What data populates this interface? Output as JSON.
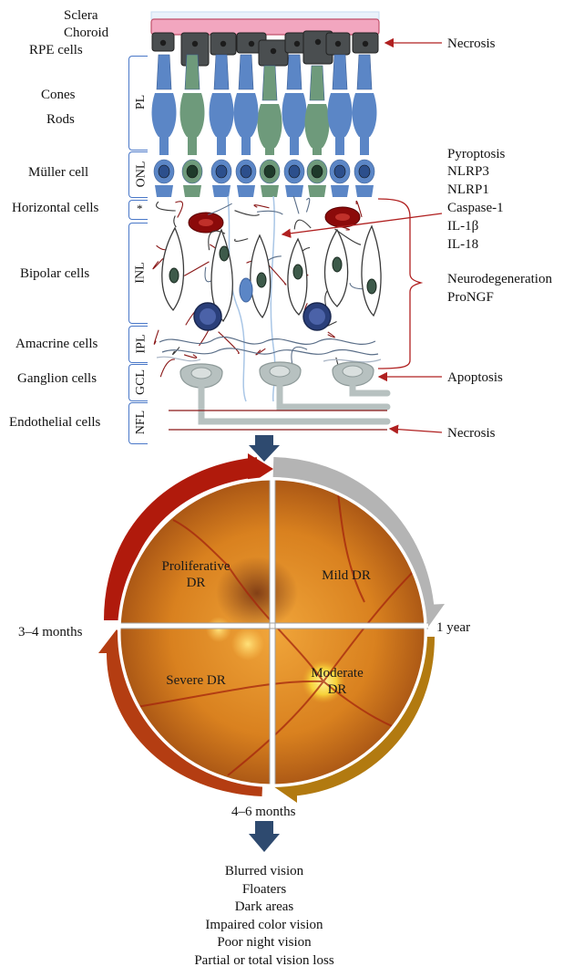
{
  "retina": {
    "cell_labels": [
      "Sclera",
      "Choroid",
      "RPE cells",
      "Cones",
      "Rods",
      "Müller cell",
      "Horizontal cells",
      "Bipolar cells",
      "Amacrine cells",
      "Ganglion cells",
      "Endothelial cells"
    ],
    "layers": [
      "PL",
      "ONL",
      "*",
      "INL",
      "IPL",
      "GCL",
      "NFL"
    ],
    "right_labels": {
      "necrosis_top": "Necrosis",
      "pyroptosis": [
        "Pyroptosis",
        "NLRP3",
        "NLRP1",
        "Caspase-1",
        "IL-1β",
        "IL-18"
      ],
      "neuro": [
        "Neurodegeneration",
        "ProNGF"
      ],
      "apoptosis": "Apoptosis",
      "necrosis_bottom": "Necrosis"
    },
    "colors": {
      "cone": "#5b86c6",
      "rod": "#6e9a7b",
      "rpe": "#4a4e50",
      "choroid": "#f2a6bf",
      "bracket": "#4a78c8",
      "arrow": "#b02020",
      "ganglion": "#b7c1c0"
    }
  },
  "cycle": {
    "stages": {
      "proliferative": [
        "Proliferative",
        "DR"
      ],
      "mild": "Mild DR",
      "severe": "Severe DR",
      "moderate": [
        "Moderate",
        "DR"
      ]
    },
    "times": {
      "left": "3–4 months",
      "right": "1 year",
      "bottom": "4–6 months"
    },
    "colors": {
      "red_arc": "#b01a0c",
      "grey_arc": "#b4b4b4",
      "gold_arc": "#b27a10",
      "rust_arc": "#b43d12",
      "fundus": "#d07a1e"
    }
  },
  "symptoms": [
    "Blurred vision",
    "Floaters",
    "Dark areas",
    "Impaired color vision",
    "Poor night vision",
    "Partial or total vision loss"
  ],
  "down_arrow_color": "#2e4a6f"
}
